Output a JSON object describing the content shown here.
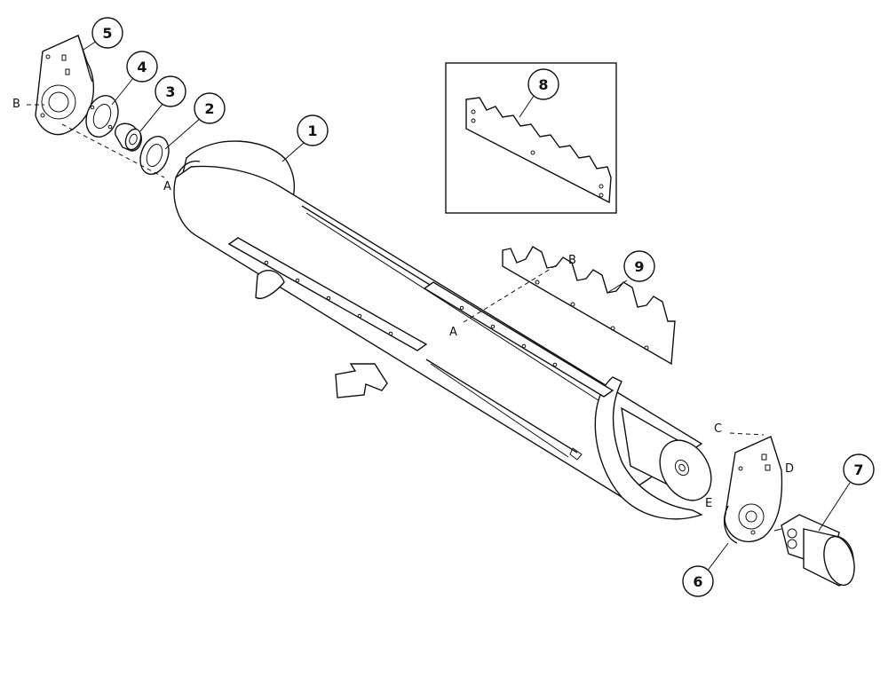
{
  "callouts": [
    {
      "id": "c1",
      "label": "1"
    },
    {
      "id": "c2",
      "label": "2"
    },
    {
      "id": "c3",
      "label": "3"
    },
    {
      "id": "c4",
      "label": "4"
    },
    {
      "id": "c5",
      "label": "5"
    },
    {
      "id": "c6",
      "label": "6"
    },
    {
      "id": "c7",
      "label": "7"
    },
    {
      "id": "c8",
      "label": "8"
    },
    {
      "id": "c9",
      "label": "9"
    }
  ],
  "letters": {
    "b_top_left": "B",
    "a_top_left": "A",
    "b_mid": "B",
    "a_mid": "A",
    "c_right": "C",
    "d_right": "D",
    "e_right": "E"
  }
}
